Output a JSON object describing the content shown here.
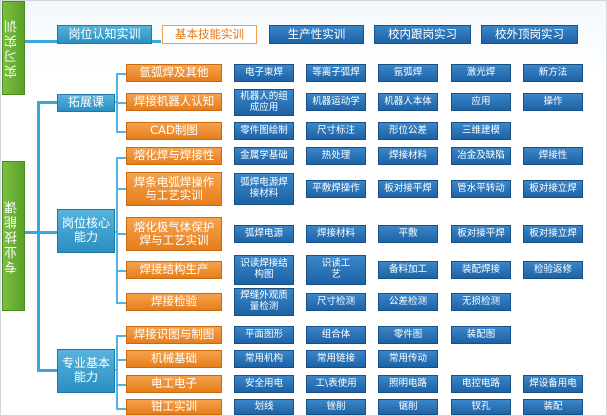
{
  "roots": [
    {
      "label": "实习实训"
    },
    {
      "label": "专业技能课"
    }
  ],
  "categories": [
    {
      "label": "拓展课"
    },
    {
      "label": "岗位核心\n能力"
    },
    {
      "label": "专业基本\n能力"
    }
  ],
  "top_row": [
    {
      "label": "岗位认知实训"
    },
    {
      "label": "基本技能实训"
    },
    {
      "label": "生产性实训"
    },
    {
      "label": "校内跟岗实习"
    },
    {
      "label": "校外顶岗实习"
    }
  ],
  "rows": [
    {
      "label": "氩弧焊及其他",
      "items": [
        "电子束焊",
        "等离子弧焊",
        "氩弧焊",
        "激光焊",
        "新方法"
      ]
    },
    {
      "label": "焊接机器人认知",
      "items": [
        "机器人的组\n成应用",
        "机器运动学",
        "机器人本体",
        "应用",
        "操作"
      ]
    },
    {
      "label": "CAD制图",
      "items": [
        "零件图绘制",
        "尺寸标注",
        "形位公差",
        "三维建模"
      ]
    },
    {
      "label": "熔化焊与焊接性",
      "items": [
        "金属学基础",
        "热处理",
        "焊接材料",
        "冶金及缺陷",
        "焊接性"
      ]
    },
    {
      "label": "焊条电弧焊操作\n与工艺实训",
      "items": [
        "弧焊电源焊\n接材料",
        "平敷焊操作",
        "板对接平焊",
        "管水平转动",
        "板对接立焊"
      ]
    },
    {
      "label": "熔化极气体保护\n焊与工艺实训",
      "items": [
        "弧焊电源",
        "焊接材料",
        "平敷",
        "板对接平焊",
        "板对接立焊"
      ]
    },
    {
      "label": "焊接结构生产",
      "items": [
        "识读焊接结\n构图",
        "识读工\n艺",
        "备料加工",
        "装配焊接",
        "检验返修"
      ]
    },
    {
      "label": "焊接检验",
      "items": [
        "焊缝外观质\n量检测",
        "尺寸检测",
        "公差检测",
        "无损检测"
      ]
    },
    {
      "label": "焊接识图与制图",
      "items": [
        "平面图形",
        "组合体",
        "零件图",
        "装配图"
      ]
    },
    {
      "label": "机械基础",
      "items": [
        "常用机构",
        "常用链接",
        "常用传动"
      ]
    },
    {
      "label": "电工电子",
      "items": [
        "安全用电",
        "工\\表使用",
        "照明电路",
        "电控电路",
        "焊设备用电"
      ]
    },
    {
      "label": "钳工实训",
      "items": [
        "划线",
        "锉削",
        "锯削",
        "钗孔",
        "装配"
      ]
    }
  ]
}
